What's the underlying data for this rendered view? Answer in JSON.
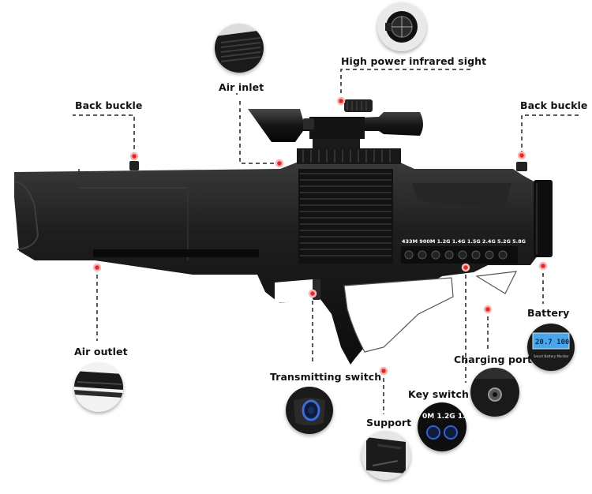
{
  "labels": {
    "sight": "High power infrared sight",
    "air_inlet": "Air inlet",
    "back_buckle_left": "Back buckle",
    "back_buckle_right": "Back buckle",
    "air_outlet": "Air outlet",
    "transmitting_switch": "Transmitting switch",
    "support": "Support",
    "key_switch": "Key switch",
    "charging_port": "Charging port",
    "battery": "Battery"
  },
  "frequency_strip": "433M 900M 1.2G 1.4G 1.5G 2.4G 5.2G 5.8G",
  "battery_display": {
    "reading": "20.7  100",
    "caption": "Smart Battery Monitor"
  },
  "key_switch_closeup_text": "0M 1.2G 1.",
  "colors": {
    "body": "#1b1b1b",
    "marker": "#e8262b",
    "lcd": "#4aa6e8"
  }
}
